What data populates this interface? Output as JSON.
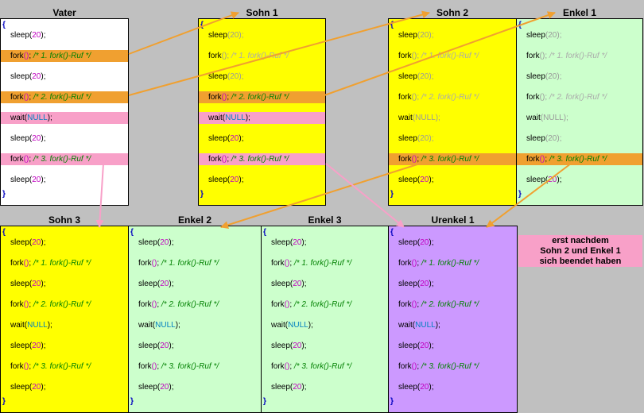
{
  "colors": {
    "background": "#c0c0c0",
    "white": "#ffffff",
    "yellow": "#ffff00",
    "green": "#ccffcc",
    "purple": "#cc99ff",
    "orange": "#f0a030",
    "pink": "#f8a0c8"
  },
  "boxes": [
    {
      "id": "vater",
      "title": "Vater",
      "bg": "#ffffff",
      "faded": [],
      "lines": [
        {
          "k": "brace",
          "t": "{"
        },
        {
          "k": "sleep"
        },
        {
          "k": "fork",
          "c": "/* 1. fork()-Ruf */",
          "hl": "o"
        },
        {
          "k": "sleep"
        },
        {
          "k": "fork",
          "c": "/* 2. fork()-Ruf */",
          "hl": "o"
        },
        {
          "k": "wait",
          "hl": "p"
        },
        {
          "k": "sleep"
        },
        {
          "k": "fork",
          "c": "/* 3. fork()-Ruf */",
          "hl": "p"
        },
        {
          "k": "sleep"
        },
        {
          "k": "brace",
          "t": "}"
        }
      ]
    },
    {
      "id": "sohn1",
      "title": "Sohn 1",
      "bg": "#ffff00",
      "lines": [
        {
          "k": "brace",
          "t": "{"
        },
        {
          "k": "sleep",
          "f": true
        },
        {
          "k": "fork",
          "c": "/* 1. fork()-Ruf */",
          "f": true
        },
        {
          "k": "sleep",
          "f": true
        },
        {
          "k": "fork",
          "c": "/* 2. fork()-Ruf */",
          "hl": "o"
        },
        {
          "k": "wait",
          "hl": "p"
        },
        {
          "k": "sleep"
        },
        {
          "k": "fork",
          "c": "/* 3. fork()-Ruf */",
          "hl": "p"
        },
        {
          "k": "sleep"
        },
        {
          "k": "brace",
          "t": "}"
        }
      ]
    },
    {
      "id": "sohn2",
      "title": "Sohn 2",
      "bg": "#ffff00",
      "lines": [
        {
          "k": "brace",
          "t": "{"
        },
        {
          "k": "sleep",
          "f": true
        },
        {
          "k": "fork",
          "c": "/* 1. fork()-Ruf */",
          "f": true
        },
        {
          "k": "sleep",
          "f": true
        },
        {
          "k": "fork",
          "c": "/* 2. fork()-Ruf */",
          "f": true
        },
        {
          "k": "wait",
          "f": true
        },
        {
          "k": "sleep",
          "f": true
        },
        {
          "k": "fork",
          "c": "/* 3. fork()-Ruf */",
          "hl": "o"
        },
        {
          "k": "sleep"
        },
        {
          "k": "brace",
          "t": "}"
        }
      ]
    },
    {
      "id": "enkel1",
      "title": "Enkel 1",
      "bg": "#ccffcc",
      "lines": [
        {
          "k": "brace",
          "t": "{"
        },
        {
          "k": "sleep",
          "f": true
        },
        {
          "k": "fork",
          "c": "/* 1. fork()-Ruf */",
          "f": true
        },
        {
          "k": "sleep",
          "f": true
        },
        {
          "k": "fork",
          "c": "/* 2. fork()-Ruf */",
          "f": true
        },
        {
          "k": "wait",
          "f": true
        },
        {
          "k": "sleep",
          "f": true
        },
        {
          "k": "fork",
          "c": "/* 3. fork()-Ruf */",
          "hl": "o"
        },
        {
          "k": "sleep"
        },
        {
          "k": "brace",
          "t": "}"
        }
      ]
    },
    {
      "id": "sohn3",
      "title": "Sohn 3",
      "bg": "#ffff00",
      "lines": "full"
    },
    {
      "id": "enkel2",
      "title": "Enkel 2",
      "bg": "#ccffcc",
      "lines": "full"
    },
    {
      "id": "enkel3",
      "title": "Enkel 3",
      "bg": "#ccffcc",
      "lines": "full"
    },
    {
      "id": "urenkel1",
      "title": "Urenkel 1",
      "bg": "#cc99ff",
      "lines": "full"
    }
  ],
  "code": {
    "sleep_fn": "sleep",
    "sleep_arg": "20",
    "fork_fn": "fork",
    "wait_fn": "wait",
    "wait_arg": "NULL"
  },
  "full_lines": [
    {
      "k": "brace",
      "t": "{"
    },
    {
      "k": "sleep"
    },
    {
      "k": "fork",
      "c": "/* 1. fork()-Ruf */"
    },
    {
      "k": "sleep"
    },
    {
      "k": "fork",
      "c": "/* 2. fork()-Ruf */"
    },
    {
      "k": "wait"
    },
    {
      "k": "sleep"
    },
    {
      "k": "fork",
      "c": "/* 3. fork()-Ruf */"
    },
    {
      "k": "sleep"
    },
    {
      "k": "brace",
      "t": "}"
    }
  ],
  "note": {
    "lines": [
      "erst nachdem",
      "Sohn 2 und Enkel 1",
      "sich beendet haben"
    ]
  }
}
